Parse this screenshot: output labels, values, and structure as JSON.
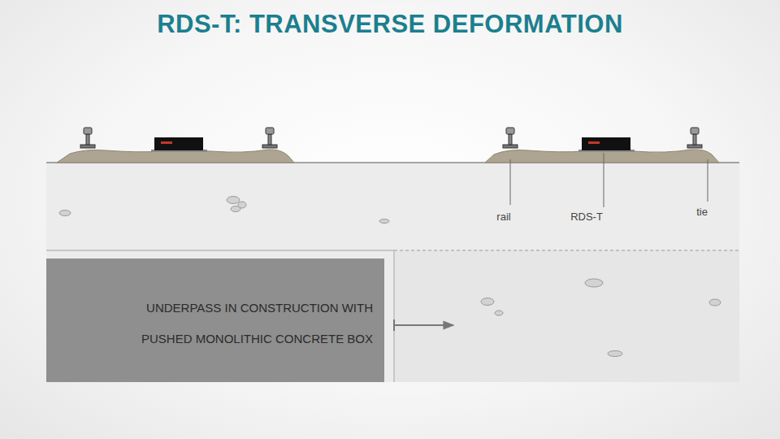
{
  "diagram": {
    "title": "RDS-T: TRANSVERSE DEFORMATION",
    "nodes": [
      {
        "text": [
          "UNDERPASS IN CONSTRUCTION WITH PUSHED MONOLITHIC CONCRETE BOX"
        ]
      }
    ],
    "labels": [
      "rail",
      "RDS-T",
      "tie"
    ]
  }
}
